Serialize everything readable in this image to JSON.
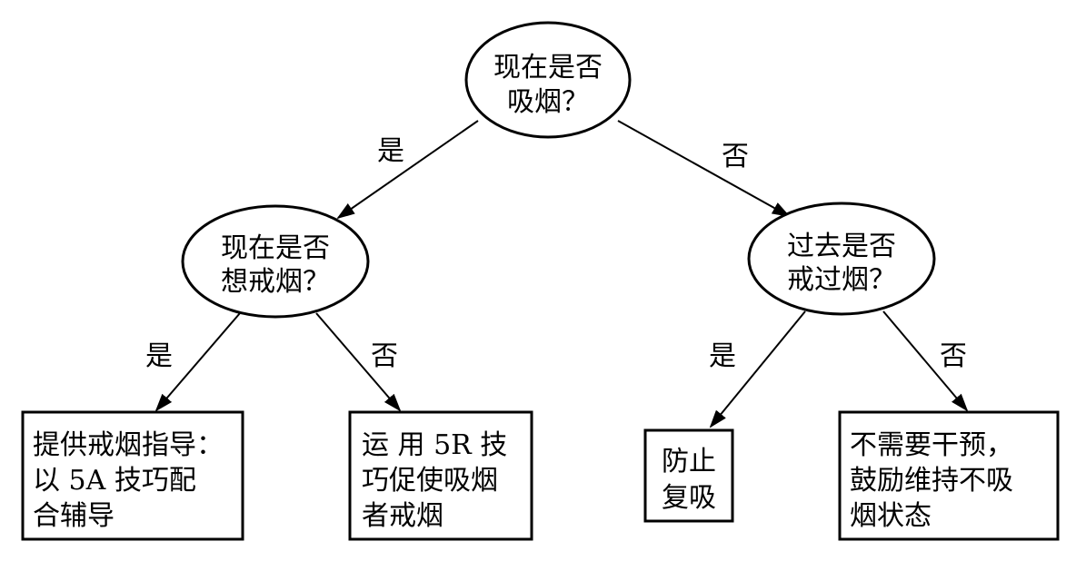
{
  "nodes": {
    "root": [
      "现在是否",
      "吸烟？"
    ],
    "want_quit": [
      "现在是否",
      "想戒烟？"
    ],
    "quit_before": [
      "过去是否",
      "戒过烟？"
    ],
    "guide": [
      "提供戒烟指导：",
      "以 5A 技巧配",
      "合辅导"
    ],
    "motivate": [
      "运 用 5R 技",
      "巧促使吸烟",
      "者戒烟"
    ],
    "relapse": [
      "防止",
      "复吸"
    ],
    "no_intervention": [
      "不需要干预，",
      "鼓励维持不吸",
      "烟状态"
    ]
  },
  "edges": {
    "root_yes": "是",
    "root_no": "否",
    "want_quit_yes": "是",
    "want_quit_no": "否",
    "quit_before_yes": "是",
    "quit_before_no": "否"
  }
}
